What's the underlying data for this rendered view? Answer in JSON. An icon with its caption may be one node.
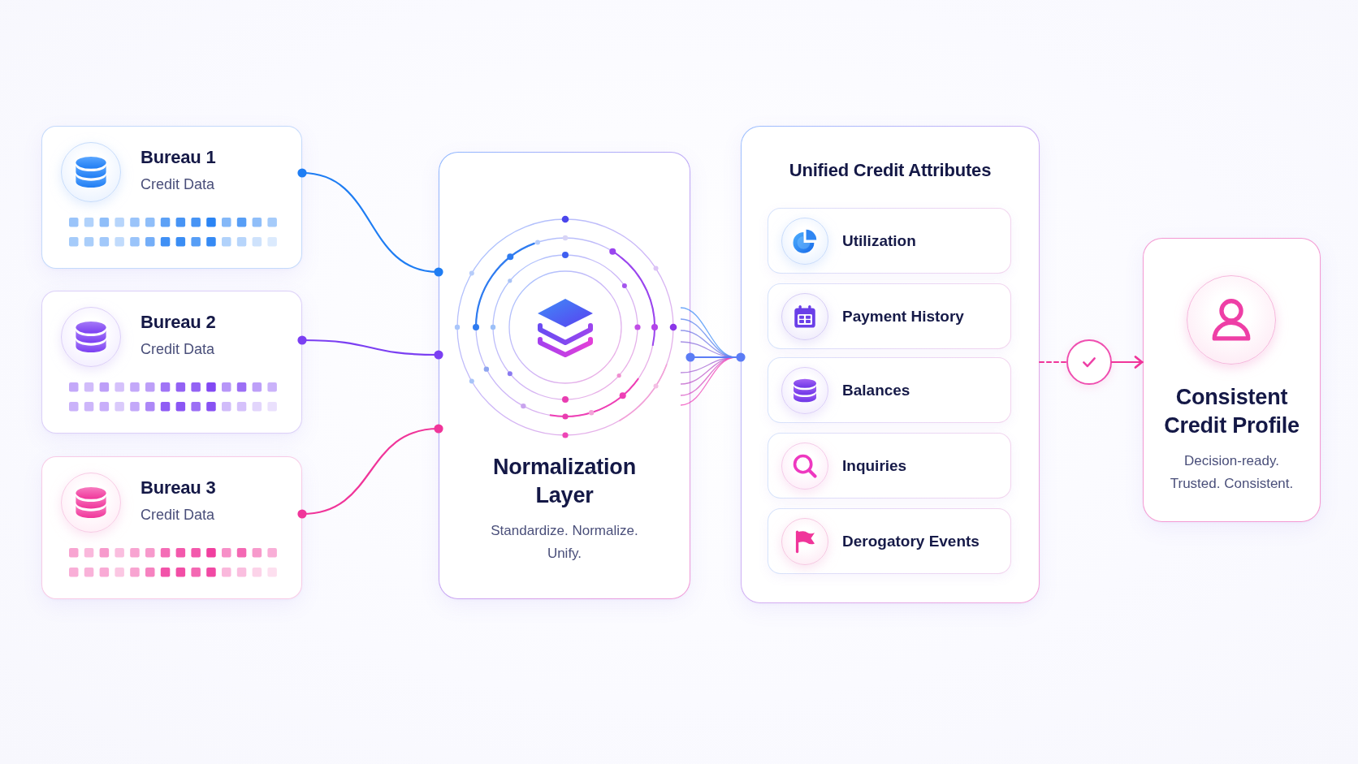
{
  "diagram": {
    "nodes": [
      {
        "text": [
          "Bureau 1",
          "Credit Data"
        ]
      },
      {
        "text": [
          "Bureau 2",
          "Credit Data"
        ]
      },
      {
        "text": [
          "Bureau 3",
          "Credit Data"
        ]
      },
      {
        "text": [
          "Normalization Layer",
          "Standardize. Normalize. Unify."
        ]
      },
      {
        "text": [
          "Unified Credit Attributes"
        ]
      },
      {
        "text": [
          "Utilization"
        ],
        "in": 4
      },
      {
        "text": [
          "Payment History"
        ],
        "in": 4
      },
      {
        "text": [
          "Balances"
        ],
        "in": 4
      },
      {
        "text": [
          "Inquiries"
        ],
        "in": 4
      },
      {
        "text": [
          "Derogatory Events"
        ],
        "in": 4
      },
      {
        "text": [],
        "shape": "circle"
      },
      {
        "text": [
          "Consistent Credit Profile",
          "Decision-ready. Trusted. Consistent."
        ]
      }
    ],
    "edges": [
      {
        "from": 0,
        "to": 3,
        "arrow": "other",
        "color": "#1f7df3"
      },
      {
        "from": 1,
        "to": 3,
        "arrow": "other",
        "color": "#7b3ff2"
      },
      {
        "from": 2,
        "to": 3,
        "arrow": "other",
        "color": "#f0359a"
      },
      {
        "from": 3,
        "to": 4,
        "arrow": "other",
        "color": "#5b7cf5"
      },
      {
        "from": 4,
        "to": 10,
        "arrow": "none",
        "style": "dashed",
        "color": "#f0359a"
      },
      {
        "from": 10,
        "to": 11,
        "arrow": "to",
        "color": "#f0359a"
      }
    ]
  }
}
